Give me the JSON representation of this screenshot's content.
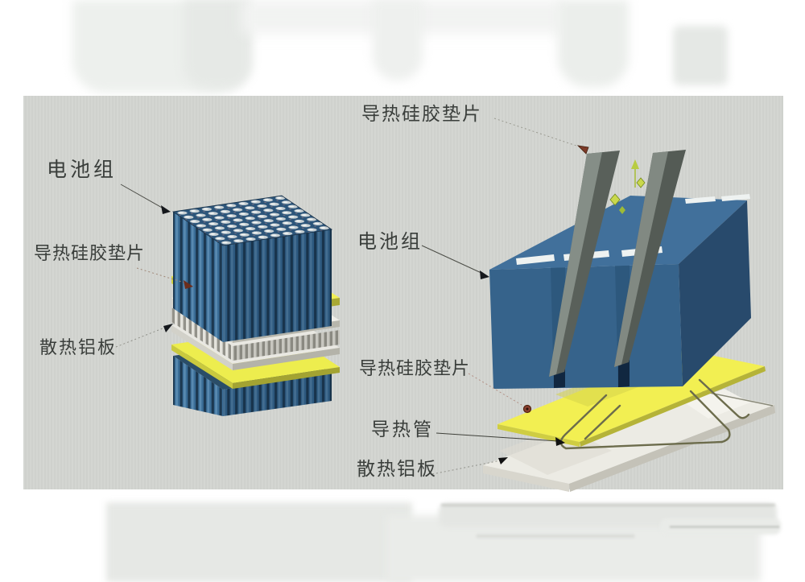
{
  "diagram": {
    "description_labels": [
      {
        "id": "battery-pack-left",
        "text": "电池组"
      },
      {
        "id": "thermal-silicone-pad-left",
        "text": "导热硅胶垫片"
      },
      {
        "id": "heatsink-aluminum-plate-left",
        "text": "散热铝板"
      },
      {
        "id": "thermal-silicone-pad-top",
        "text": "导热硅胶垫片"
      },
      {
        "id": "battery-pack-right",
        "text": "电池组"
      },
      {
        "id": "thermal-silicone-pad-right",
        "text": "导热硅胶垫片"
      },
      {
        "id": "heat-pipe",
        "text": "导热管"
      },
      {
        "id": "heatsink-aluminum-plate-right",
        "text": "散热铝板"
      }
    ],
    "colors": {
      "page_background": "#ffffff",
      "panel_background": "#d3d5d1",
      "label_text": "#3a3e3b",
      "battery_blue_front": "#36638b",
      "battery_blue_top": "#41709b",
      "battery_blue_dark_side": "#284a6c",
      "cell_gap_navy": "#1c3850",
      "cell_cap_white": "#eef2f2",
      "thermal_pad_yellow": "#f0ee52",
      "pad_edge_olive": "#a8a834",
      "aluminum_plate_light": "#ecebe4",
      "aluminum_plate_shadow": "#b7b6ac",
      "fin_gray": "#93928a",
      "blade_gray": "#59605a",
      "heat_pipe_olive": "#6c6c4c",
      "leader_line_gray": "#55564f",
      "marker_red_brown": "#7c3a28",
      "gizmo_green": "#b8cc42"
    }
  }
}
